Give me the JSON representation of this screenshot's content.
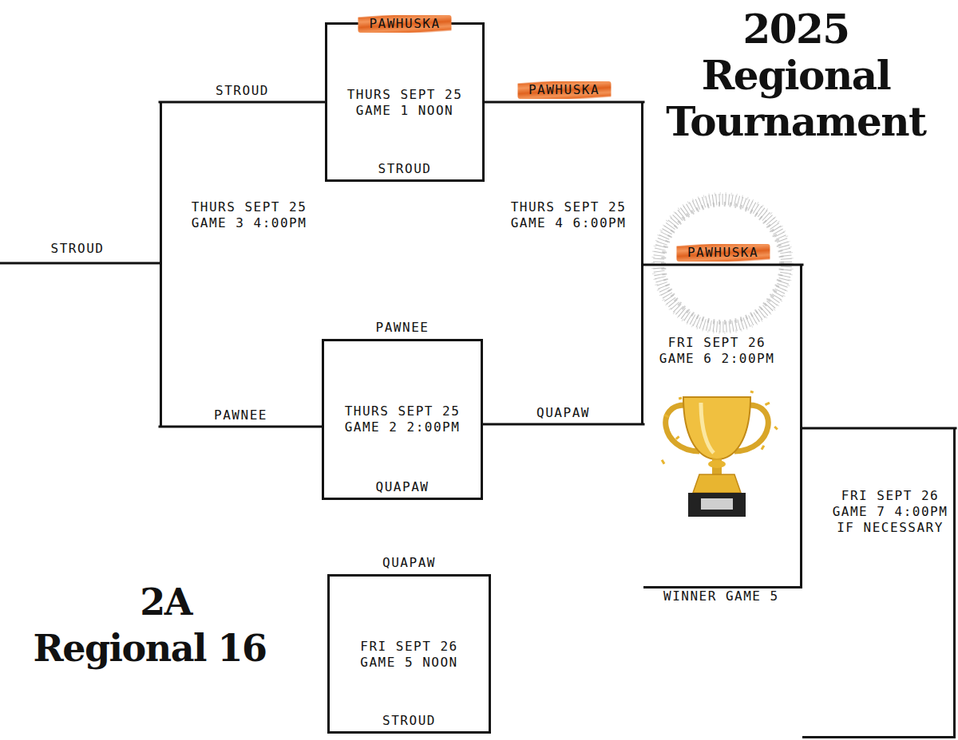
{
  "diagram": {
    "title": "2025 Regional Tournament",
    "caption": "2A Regional 16",
    "nodes": [
      {
        "text": [
          "PAWHUSKA",
          "THURS SEPT 25 GAME 1 NOON",
          "STROUD"
        ]
      },
      {
        "text": [
          "THURS SEPT 25 GAME 3 4:00PM"
        ]
      },
      {
        "text": [
          "THURS SEPT 25 GAME 4 6:00PM"
        ]
      },
      {
        "text": [
          "PAWNEE",
          "THURS SEPT 25 GAME 2 2:00PM",
          "QUAPAW"
        ]
      },
      {
        "text": [
          "FRI SEPT 26 GAME 6 2:00PM",
          "WINNER GAME 5"
        ]
      },
      {
        "text": [
          "FRI SEPT 26 GAME 7 4:00PM IF NECESSARY"
        ]
      },
      {
        "text": [
          "QUAPAW",
          "FRI SEPT 26 GAME 5 NOON",
          "STROUD"
        ]
      }
    ],
    "edges": [
      {
        "from": 0,
        "to": 1,
        "label": "STROUD",
        "arrow": "none"
      },
      {
        "from": 0,
        "to": 2,
        "label": "PAWHUSKA",
        "arrow": "none"
      },
      {
        "from": 3,
        "to": 1,
        "label": "PAWNEE",
        "arrow": "none"
      },
      {
        "from": 3,
        "to": 2,
        "label": "QUAPAW",
        "arrow": "none"
      },
      {
        "from": 2,
        "to": 4,
        "label": "PAWHUSKA",
        "arrow": "none"
      },
      {
        "from": 4,
        "to": 5,
        "arrow": "none"
      }
    ],
    "labels": [
      "STROUD"
    ]
  }
}
